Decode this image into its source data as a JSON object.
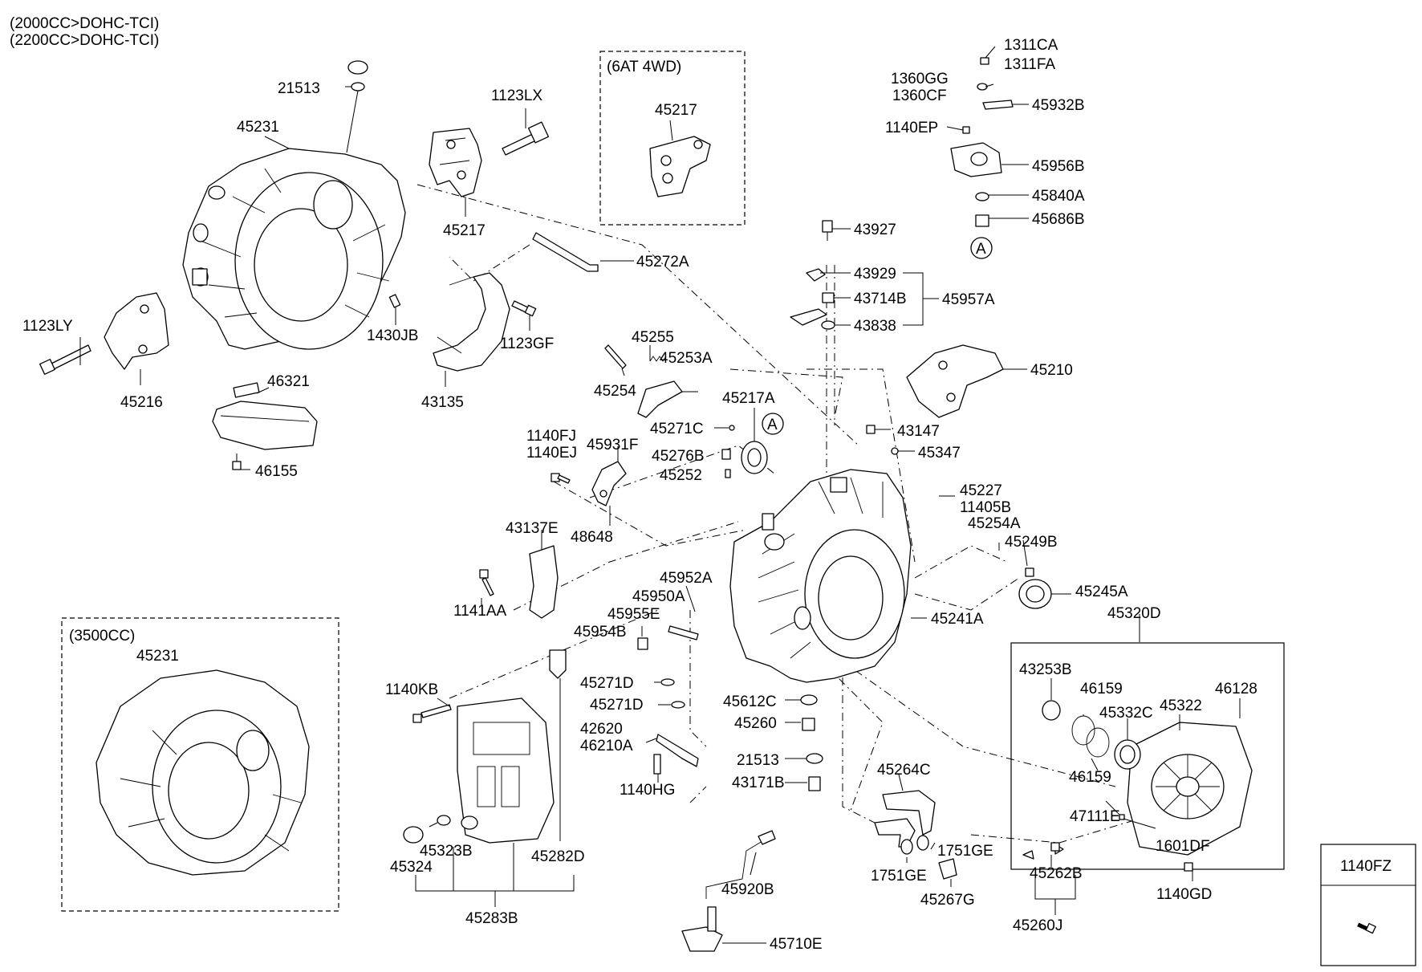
{
  "header": {
    "engine_line_1": "(2000CC>DOHC-TCI)",
    "engine_line_2": "(2200CC>DOHC-TCI)"
  },
  "groups": {
    "six_at_4wd": "(6AT 4WD)",
    "v6_3500cc": "(3500CC)"
  },
  "callouts": {
    "a_top": "A",
    "a_mid": "A"
  },
  "legend_box": {
    "part_number": "1140FZ"
  },
  "parts": {
    "p_1311CA": "1311CA",
    "p_1311FA": "1311FA",
    "p_1360GG": "1360GG",
    "p_1360CF": "1360CF",
    "p_45932B": "45932B",
    "p_1140EP": "1140EP",
    "p_45956B": "45956B",
    "p_45840A": "45840A",
    "p_45686B": "45686B",
    "p_43927": "43927",
    "p_43929": "43929",
    "p_43714B": "43714B",
    "p_45957A": "45957A",
    "p_43838": "43838",
    "p_45210": "45210",
    "p_21513_top": "21513",
    "p_1123LX": "1123LX",
    "p_45231_top": "45231",
    "p_45217_box": "45217",
    "p_45217_main": "45217",
    "p_45272A": "45272A",
    "p_1123LY": "1123LY",
    "p_1430JB": "1430JB",
    "p_1123GF": "1123GF",
    "p_45216": "45216",
    "p_46321": "46321",
    "p_43135": "43135",
    "p_46155": "46155",
    "p_45255": "45255",
    "p_45253A": "45253A",
    "p_45254": "45254",
    "p_45217A": "45217A",
    "p_45271C": "45271C",
    "p_1140FJ": "1140FJ",
    "p_1140EJ": "1140EJ",
    "p_45931F": "45931F",
    "p_45276B": "45276B",
    "p_45252": "45252",
    "p_48648": "48648",
    "p_43147": "43147",
    "p_45347": "45347",
    "p_45227": "45227",
    "p_11405B": "11405B",
    "p_45254A": "45254A",
    "p_45249B": "45249B",
    "p_43137E": "43137E",
    "p_1141AA": "1141AA",
    "p_45952A": "45952A",
    "p_45950A": "45950A",
    "p_45955E": "45955E",
    "p_45954B": "45954B",
    "p_45245A": "45245A",
    "p_45241A": "45241A",
    "p_45320D": "45320D",
    "p_45231_low": "45231",
    "p_43253B": "43253B",
    "p_46159_a": "46159",
    "p_45332C": "45332C",
    "p_45322": "45322",
    "p_46128": "46128",
    "p_45271D_a": "45271D",
    "p_45271D_b": "45271D",
    "p_1140KB": "1140KB",
    "p_45612C": "45612C",
    "p_45260": "45260",
    "p_42620": "42620",
    "p_46210A": "46210A",
    "p_21513_low": "21513",
    "p_43171B": "43171B",
    "p_46159_b": "46159",
    "p_47111E": "47111E",
    "p_1140HG": "1140HG",
    "p_45264C": "45264C",
    "p_1601DF": "1601DF",
    "p_45323B": "45323B",
    "p_45282D": "45282D",
    "p_45324": "45324",
    "p_1751GE_a": "1751GE",
    "p_1751GE_b": "1751GE",
    "p_45262B": "45262B",
    "p_1140GD": "1140GD",
    "p_45920B": "45920B",
    "p_45267G": "45267G",
    "p_45283B": "45283B",
    "p_45260J": "45260J",
    "p_45710E": "45710E"
  }
}
